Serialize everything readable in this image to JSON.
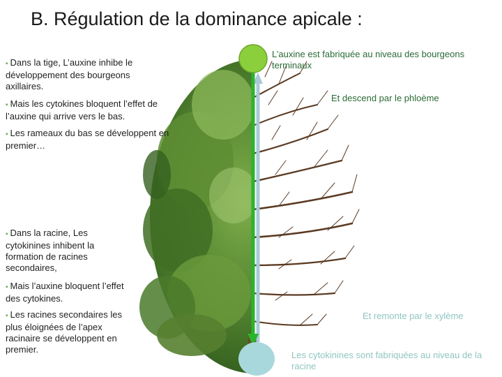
{
  "title": "B. Régulation de la dominance apicale :",
  "left_points": [
    "Dans la tige, L’auxine inhibe le développement des bourgeons axillaires.",
    "Mais les cytokines bloquent l’effet de l’auxine qui arrive vers le bas.",
    "Les rameaux du bas se développent en premier…",
    "Dans la racine, Les cytokinines inhibent  la formation de racines secondaires,",
    "Mais l’auxine bloquent l’effet des cytokines.",
    "Les racines secondaires les plus éloignées de l’apex racinaire se développent en premier."
  ],
  "annotations": {
    "auxin_source": "L’auxine est fabriquée au niveau des bourgeons terminaux",
    "phloem": "Et descend par le phloème",
    "xylem": "Et remonte par le xylème",
    "cytokinin_source": "Les cytokinines sont fabriquées au niveau de la racine"
  },
  "colors": {
    "bud": "#8ccf3c",
    "root_tip": "#a9d8dc",
    "auxin_arrow": "#2ab52a",
    "cytokinin_arrow": "#a9c8d8",
    "foliage": "#4f7f2e",
    "branches": "#5a3a22",
    "bullet": "#6fae3a",
    "annotation_dark": "#2a6a36",
    "annotation_light": "#8fc6c0"
  },
  "icons": {
    "bud": "green-circle",
    "root_tip": "light-blue-circle",
    "tree": "half-foliage-half-branches-tree"
  }
}
